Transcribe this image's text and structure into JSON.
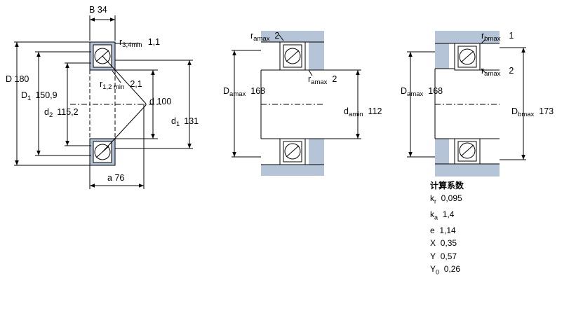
{
  "colors": {
    "housing": "#b5c4d6",
    "line": "#000000",
    "bearing_fill": "#ffffff"
  },
  "view1": {
    "B": {
      "sym": "B",
      "val": "34"
    },
    "r34": {
      "sym": "r",
      "sub": "3,4min",
      "val": "1,1"
    },
    "r12": {
      "sym": "r",
      "sub": "1,2 min",
      "val": "2,1"
    },
    "D": {
      "sym": "D",
      "val": "180"
    },
    "D1": {
      "sym": "D",
      "sub": "1",
      "val": "150,9"
    },
    "d2": {
      "sym": "d",
      "sub": "2",
      "val": "115,2"
    },
    "d": {
      "sym": "d",
      "val": "100"
    },
    "d1": {
      "sym": "d",
      "sub": "1",
      "val": "131"
    },
    "a": {
      "sym": "a",
      "val": "76"
    }
  },
  "view2": {
    "ramax_top": {
      "sym": "r",
      "sub": "amax",
      "val": "2"
    },
    "ramax_mid": {
      "sym": "r",
      "sub": "amax",
      "val": "2"
    },
    "Damax": {
      "sym": "D",
      "sub": "amax",
      "val": "168"
    },
    "damin": {
      "sym": "d",
      "sub": "amin",
      "val": "112"
    }
  },
  "view3": {
    "rbmax": {
      "sym": "r",
      "sub": "bmax",
      "val": "1"
    },
    "ramax": {
      "sym": "r",
      "sub": "amax",
      "val": "2"
    },
    "Damax": {
      "sym": "D",
      "sub": "amax",
      "val": "168"
    },
    "Dbmax": {
      "sym": "D",
      "sub": "bmax",
      "val": "173"
    }
  },
  "calc": {
    "title": "计算系数",
    "rows": [
      {
        "sym": "k",
        "sub": "r",
        "val": "0,095"
      },
      {
        "sym": "k",
        "sub": "a",
        "val": "1,4"
      },
      {
        "sym": "e",
        "sub": "",
        "val": "1,14"
      },
      {
        "sym": "X",
        "sub": "",
        "val": "0,35"
      },
      {
        "sym": "Y",
        "sub": "",
        "val": "0,57"
      },
      {
        "sym": "Y",
        "sub": "0",
        "val": "0,26"
      }
    ]
  }
}
